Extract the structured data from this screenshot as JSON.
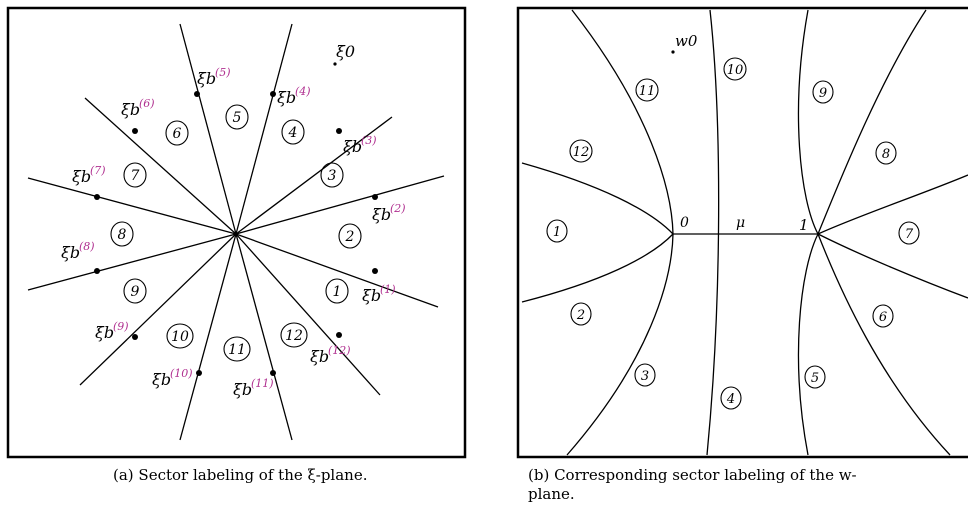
{
  "panel_a": {
    "center_label": "ξ0",
    "branch_point_symbol": "ξb",
    "branch_point_indices": [
      "(1)",
      "(2)",
      "(3)",
      "(4)",
      "(5)",
      "(6)",
      "(7)",
      "(8)",
      "(9)",
      "(10)",
      "(11)",
      "(12)"
    ],
    "sector_numbers": [
      "1",
      "2",
      "3",
      "4",
      "5",
      "6",
      "7",
      "8",
      "9",
      "10",
      "11",
      "12"
    ],
    "caption": "(a) Sector labeling of the ξ-plane."
  },
  "panel_b": {
    "point_label": "w0",
    "axis_labels": [
      "0",
      "μ",
      "1"
    ],
    "sector_numbers": [
      "1",
      "2",
      "3",
      "4",
      "5",
      "6",
      "7",
      "8",
      "9",
      "10",
      "11",
      "12"
    ],
    "caption_line1": "(b) Corresponding sector labeling of the w-",
    "caption_line2": "plane."
  },
  "colors": {
    "line": "#000000",
    "superscript": "#b03090"
  }
}
